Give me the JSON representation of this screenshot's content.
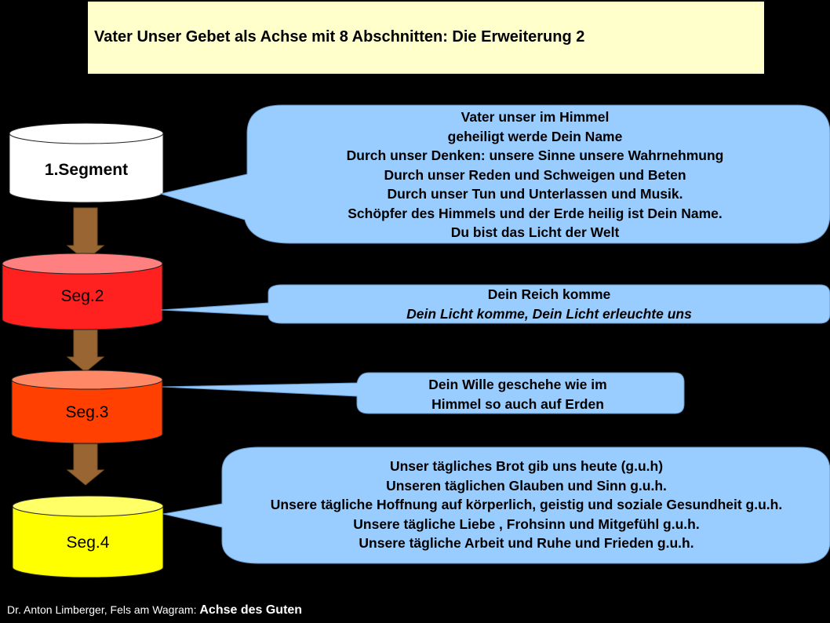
{
  "title": "Vater Unser Gebet als Achse mit 8 Abschnitten:  Die Erweiterung 2",
  "segments": [
    {
      "label": "1.Segment",
      "color": "#ffffff",
      "top_color": "#ffffff"
    },
    {
      "label": "Seg.2",
      "color": "#ff2020",
      "top_color": "#ff8080"
    },
    {
      "label": "Seg.3",
      "color": "#ff4000",
      "top_color": "#ff8866"
    },
    {
      "label": "Seg.4",
      "color": "#ffff00",
      "top_color": "#ffff66"
    }
  ],
  "bubbles": [
    {
      "lines": [
        "Vater unser im Himmel",
        "geheiligt werde Dein Name",
        "Durch unser Denken: unsere Sinne unsere Wahrnehmung",
        "Durch unser Reden und Schweigen und Beten",
        "Durch unser Tun und Unterlassen und Musik.",
        "Schöpfer des Himmels und der Erde  heilig ist Dein Name.",
        "Du bist das Licht der Welt"
      ]
    },
    {
      "lines": [
        "Dein Reich komme",
        "Dein Licht komme,  Dein Licht erleuchte uns"
      ]
    },
    {
      "lines": [
        "Dein Wille geschehe wie im",
        "Himmel so auch auf Erden"
      ]
    },
    {
      "lines": [
        "Unser tägliches Brot gib uns heute (g.u.h)",
        "Unseren täglichen Glauben und Sinn g.u.h.",
        "Unsere tägliche Hoffnung auf körperlich, geistig und soziale Gesundheit  g.u.h.",
        "Unsere tägliche Liebe , Frohsinn und Mitgefühl g.u.h.",
        "Unsere tägliche Arbeit und Ruhe und Frieden g.u.h."
      ]
    }
  ],
  "colors": {
    "bubble_fill": "#99ccff",
    "arrow_fill": "#996633",
    "title_bg": "#ffffcc",
    "background": "#000000"
  },
  "footer": {
    "author": "Dr. Anton Limberger, Fels am Wagram:",
    "emphasis": "Achse des Guten"
  }
}
